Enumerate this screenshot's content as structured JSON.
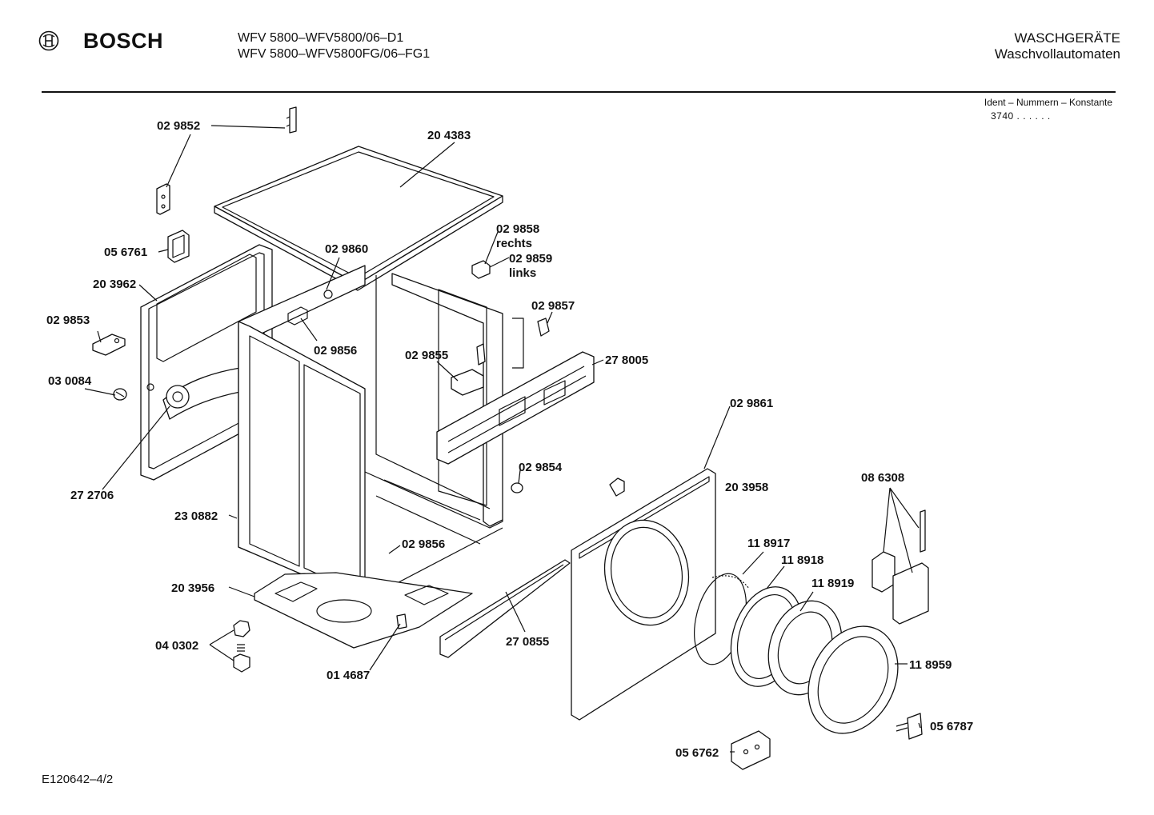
{
  "header": {
    "brand": "BOSCH",
    "brand_logo": "bosch-armature-icon",
    "model_line1": "WFV 5800–WFV5800/06–D1",
    "model_line2": "WFV 5800–WFV5800FG/06–FG1",
    "category_line1": "WASCHGERÄTE",
    "category_line2": "Waschvollautomaten"
  },
  "ident": {
    "label": "Ident – Nummern – Konstante",
    "value": "3740  .  .  .  .  .  ."
  },
  "drawing_code": "E120642–4/2",
  "parts": {
    "p029852": "02 9852",
    "p204383": "20 4383",
    "p056761": "05 6761",
    "p029860": "02 9860",
    "p029858": "02 9858",
    "rechts": "rechts",
    "p029859": "02 9859",
    "links": "links",
    "p203962": "20 3962",
    "p029857": "02 9857",
    "p029853": "02 9853",
    "p029856a": "02 9856",
    "p029855": "02 9855",
    "p278005": "27 8005",
    "p030084": "03 0084",
    "p029861": "02 9861",
    "p029854": "02 9854",
    "p203958": "20 3958",
    "p086308": "08 6308",
    "p272706": "27 2706",
    "p230882": "23 0882",
    "p029856b": "02 9856",
    "p118917": "11 8917",
    "p118918": "11 8918",
    "p118919": "11 8919",
    "p203956": "20 3956",
    "p040302": "04 0302",
    "p270855": "27 0855",
    "p014687": "01 4687",
    "p118959": "11 8959",
    "p056787": "05 6787",
    "p056762": "05 6762"
  }
}
